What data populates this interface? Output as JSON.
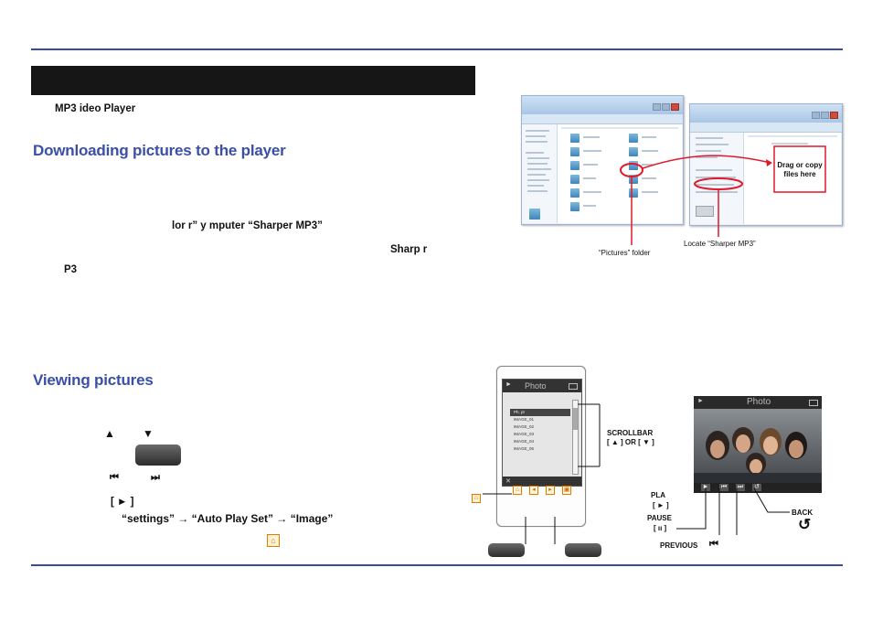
{
  "page": {
    "section_subtitle": "MP3   ideo Player",
    "heading_download": "Downloading pictures to the player",
    "heading_viewing": "Viewing pictures",
    "download_text_line1": "lor  r”          y      mputer                       “Sharper  MP3”",
    "download_text_line2": "Sharp  r",
    "download_text_line3": "P3",
    "viewing_up_arrow": "▲",
    "viewing_down_arrow": "▼",
    "viewing_prev_next_prev": "⏮",
    "viewing_prev_next_next": "⏭",
    "viewing_play_symbol": "[ ► ]",
    "viewing_settings_path": "“settings” → “Auto Play Set” → “Image”"
  },
  "figure_top": {
    "callout_pictures": "“Pictures” folder",
    "callout_locate": "Locate “Sharper  MP3”",
    "callout_drag": "Drag or copy files here"
  },
  "figure_bottom": {
    "device_title": "Photo",
    "photo_title": "Photo",
    "list_items": [
      "Ph. pt",
      "IMAGE_01",
      "IMAGE_02",
      "IMAGE_03",
      "IMAGE_04",
      "IMAGE_05"
    ],
    "label_scrollbar": "SCROLLBAR",
    "label_scrollbar_keys": "[ ▲ ] OR [ ▼ ]",
    "label_play": "PLA",
    "label_play_key": "[ ► ]",
    "label_pause": "PAUSE",
    "label_pause_key": "[ ıı ]",
    "label_previous": "PREVIOUS",
    "label_previous_icon": "⏮",
    "label_back": "BACK",
    "label_back_icon": "↺"
  },
  "colors": {
    "rule": "#3a4a9a",
    "heading": "#3a4fa8",
    "callout_red": "#e0192b",
    "banner": "#161616"
  }
}
